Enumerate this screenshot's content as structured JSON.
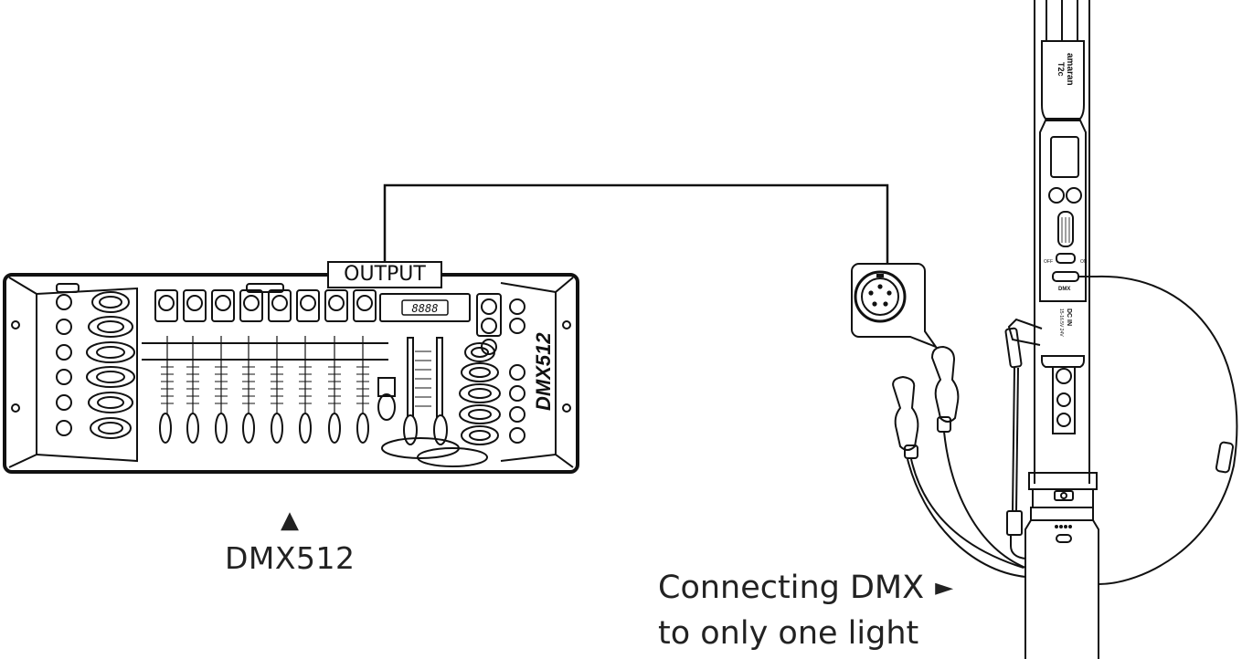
{
  "controller": {
    "output_label": "OUTPUT",
    "panel_text": "DMX512",
    "display_text": "8888",
    "caption": "DMX512",
    "caption_marker": "▲"
  },
  "light": {
    "brand": "amaran",
    "model": "T2c",
    "dmx_port": "DMX",
    "dc_in_label": "DC IN",
    "dc_in_spec": "15-16.5V 24V",
    "on_label": "ON",
    "off_label": "OFF"
  },
  "caption": {
    "line1": "Connecting DMX",
    "line2": "to only one light",
    "marker": "►"
  }
}
